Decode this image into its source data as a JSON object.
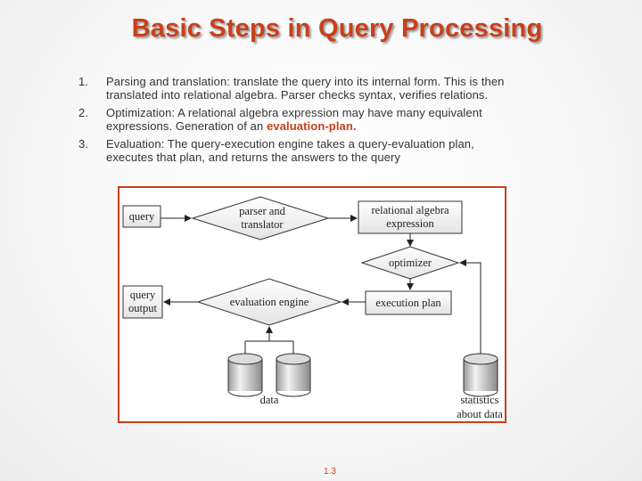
{
  "slide": {
    "title": "Basic Steps in Query Processing",
    "page_number": "1.3"
  },
  "steps": [
    {
      "num": "1.",
      "text": "Parsing and translation: translate the query into its internal form. This is then translated into relational algebra. Parser checks syntax, verifies relations."
    },
    {
      "num": "2.",
      "text_before": "Optimization: A relational algebra expression may have many equivalent expressions. Generation of an ",
      "highlight": "evaluation-plan."
    },
    {
      "num": "3.",
      "text": "Evaluation: The query-execution engine takes a query-evaluation plan, executes that plan, and returns the answers to the query"
    }
  ],
  "diagram": {
    "query": "query",
    "parser_line1": "parser and",
    "parser_line2": "translator",
    "rel_alg_line1": "relational algebra",
    "rel_alg_line2": "expression",
    "optimizer": "optimizer",
    "query_output_line1": "query",
    "query_output_line2": "output",
    "evaluation_engine": "evaluation engine",
    "execution_plan": "execution plan",
    "data": "data",
    "statistics_line1": "statistics",
    "statistics_line2": "about data"
  },
  "colors": {
    "accent": "#c8401a",
    "body_text": "#333333"
  }
}
